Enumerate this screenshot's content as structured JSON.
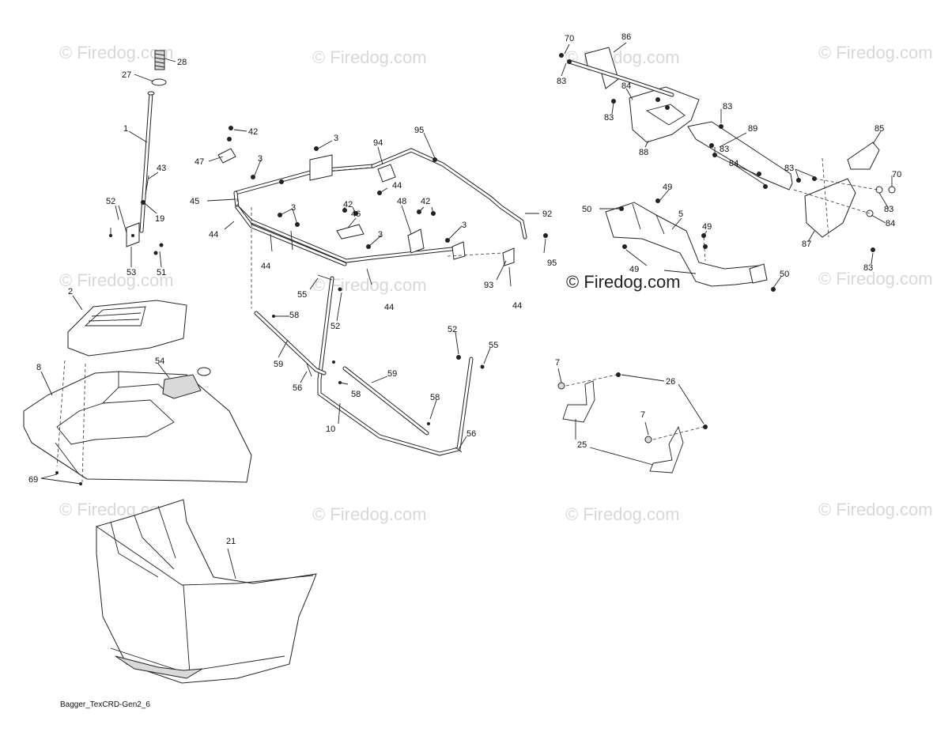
{
  "caption": "Bagger_TexCRD-Gen2_6",
  "watermark": "© Firedog.com",
  "watermark_main": "© Firedog.com",
  "labels": {
    "l1": "1",
    "l2": "2",
    "l3": "3",
    "l5": "5",
    "l7": "7",
    "l8": "8",
    "l10": "10",
    "l19": "19",
    "l21": "21",
    "l25": "25",
    "l26": "26",
    "l27": "27",
    "l28": "28",
    "l42": "42",
    "l43": "43",
    "l44": "44",
    "l45": "45",
    "l46": "46",
    "l47": "47",
    "l48": "48",
    "l49": "49",
    "l50": "50",
    "l51": "51",
    "l52": "52",
    "l53": "53",
    "l54": "54",
    "l55": "55",
    "l56": "56",
    "l58": "58",
    "l59": "59",
    "l69": "69",
    "l70": "70",
    "l83": "83",
    "l84": "84",
    "l85": "85",
    "l86": "86",
    "l87": "87",
    "l88": "88",
    "l89": "89",
    "l92": "92",
    "l93": "93",
    "l94": "94",
    "l95": "95"
  }
}
